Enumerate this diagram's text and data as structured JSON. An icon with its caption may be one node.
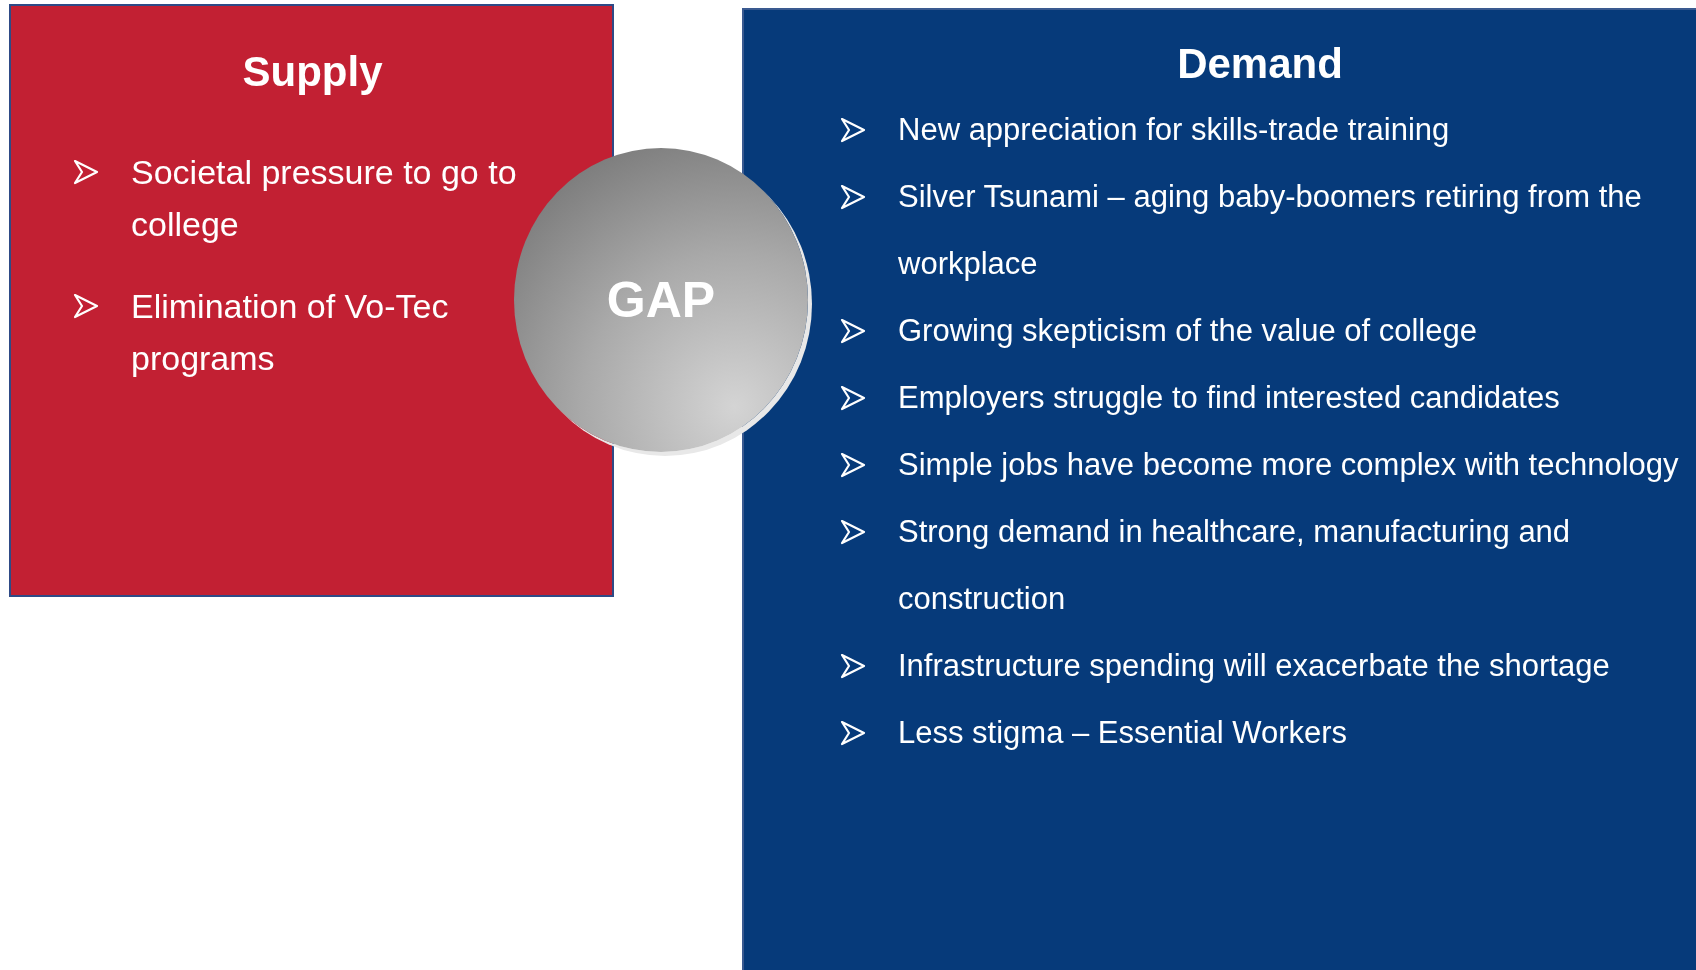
{
  "diagram": {
    "nodes": [
      {
        "text": [
          "Supply",
          "Societal pressure to go to college",
          "Elimination of Vo-Tec programs"
        ]
      },
      {
        "text": [
          "Demand",
          "New appreciation for skills-trade training",
          "Silver Tsunami – aging baby-boomers retiring from the workplace",
          "Growing skepticism of the value of college",
          "Employers struggle to find interested candidates",
          "Simple jobs have become more complex with technology",
          "Strong demand in healthcare, manufacturing and construction",
          "Infrastructure spending will exacerbate the shortage",
          "Less stigma – Essential Workers"
        ]
      },
      {
        "text": [
          "GAP"
        ]
      }
    ]
  }
}
